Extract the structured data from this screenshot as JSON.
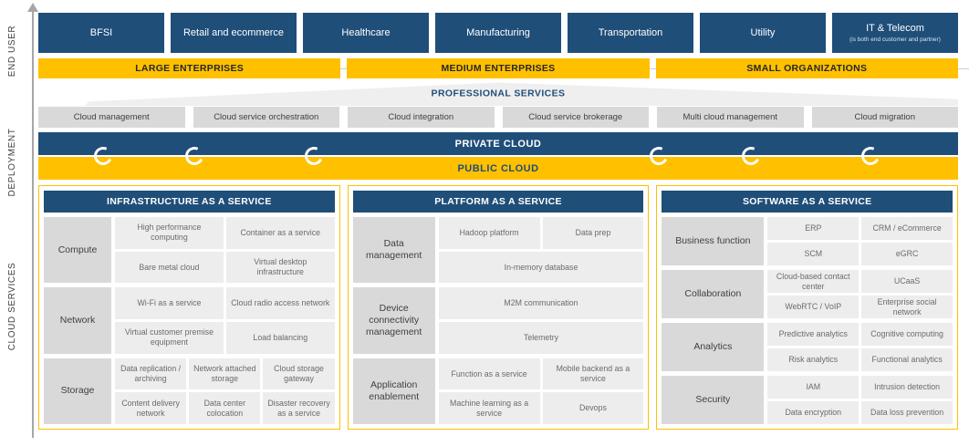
{
  "rail": {
    "sections": [
      {
        "label": "END USER"
      },
      {
        "label": "DEPLOYMENT"
      },
      {
        "label": "CLOUD SERVICES"
      }
    ]
  },
  "industries": [
    {
      "label": "BFSI"
    },
    {
      "label": "Retail and ecommerce"
    },
    {
      "label": "Healthcare"
    },
    {
      "label": "Manufacturing"
    },
    {
      "label": "Transportation"
    },
    {
      "label": "Utility"
    },
    {
      "label": "IT & Telecom",
      "sublabel": "(is both end customer and partner)"
    }
  ],
  "segments": [
    "LARGE ENTERPRISES",
    "MEDIUM ENTERPRISES",
    "SMALL ORGANIZATIONS"
  ],
  "professional_services": {
    "title": "PROFESSIONAL SERVICES",
    "items": [
      "Cloud management",
      "Cloud service orchestration",
      "Cloud integration",
      "Cloud service brokerage",
      "Multi cloud management",
      "Cloud migration"
    ]
  },
  "deployment_bars": {
    "private_label": "PRIVATE CLOUD",
    "public_label": "PUBLIC CLOUD"
  },
  "panels": [
    {
      "title": "INFRASTRUCTURE AS A SERVICE",
      "categories": [
        {
          "label": "Compute",
          "rows": [
            [
              "High performance computing",
              "Container as a service"
            ],
            [
              "Bare metal cloud",
              "Virtual desktop infrastructure"
            ]
          ]
        },
        {
          "label": "Network",
          "rows": [
            [
              "Wi-Fi as a service",
              "Cloud radio access network"
            ],
            [
              "Virtual customer premise equipment",
              "Load balancing"
            ]
          ]
        },
        {
          "label": "Storage",
          "rows": [
            [
              "Data replication / archiving",
              "Network attached storage",
              "Cloud storage gateway"
            ],
            [
              "Content delivery network",
              "Data center colocation",
              "Disaster recovery as a service"
            ]
          ]
        }
      ]
    },
    {
      "title": "PLATFORM AS A SERVICE",
      "categories": [
        {
          "label": "Data management",
          "rows": [
            [
              "Hadoop platform",
              "Data prep"
            ],
            [
              "In-memory database"
            ]
          ]
        },
        {
          "label": "Device connectivity management",
          "rows": [
            [
              "M2M communication"
            ],
            [
              "Telemetry"
            ]
          ]
        },
        {
          "label": "Application enablement",
          "rows": [
            [
              "Function as a service",
              "Mobile backend as a service"
            ],
            [
              "Machine learning as a service",
              "Devops"
            ]
          ]
        }
      ]
    },
    {
      "title": "SOFTWARE AS A SERVICE",
      "categories": [
        {
          "label": "Business function",
          "rows": [
            [
              "ERP",
              "CRM / eCommerce"
            ],
            [
              "SCM",
              "eGRC"
            ]
          ]
        },
        {
          "label": "Collaboration",
          "rows": [
            [
              "Cloud-based contact center",
              "UCaaS"
            ],
            [
              "WebRTC / VoIP",
              "Enterprise social network"
            ]
          ]
        },
        {
          "label": "Analytics",
          "rows": [
            [
              "Predictive analytics",
              "Cognitive computing"
            ],
            [
              "Risk analytics",
              "Functional analytics"
            ]
          ]
        },
        {
          "label": "Security",
          "rows": [
            [
              "IAM",
              "Intrusion detection"
            ],
            [
              "Data encryption",
              "Data loss prevention"
            ]
          ]
        }
      ]
    }
  ],
  "icons": {
    "axis_arrow": "up-arrow-axis",
    "cloud_sync": "open-circle-sync"
  },
  "colors": {
    "navy": "#1F4E79",
    "gold": "#FFC000",
    "service_gray": "#D9D9D9",
    "cell_gray": "#EDEDED",
    "wedge_gray": "#EFEFEF"
  }
}
